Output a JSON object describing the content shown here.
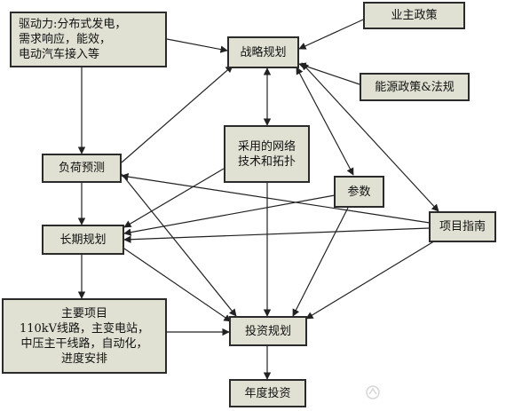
{
  "nodes": {
    "driver": "驱动力:分布式发电，\n需求响应，能效，\n电动汽车接入等",
    "strategy": "战略规划",
    "owner_policy": "业主政策",
    "energy_policy": "能源政策&法规",
    "network_tech": "采用的网络\n技术和拓扑",
    "load_forecast": "负荷预测",
    "parameters": "参数",
    "project_guide": "项目指南",
    "long_term": "长期规划",
    "main_projects": "主要项目\n110kV线路，主变电站，\n中压主干线路，自动化，\n进度安排",
    "investment": "投资规划",
    "annual": "年度投资"
  },
  "colors": {
    "box_fill": "#e0e1d3",
    "border": "#2b2b2b",
    "arrow": "#222222"
  }
}
